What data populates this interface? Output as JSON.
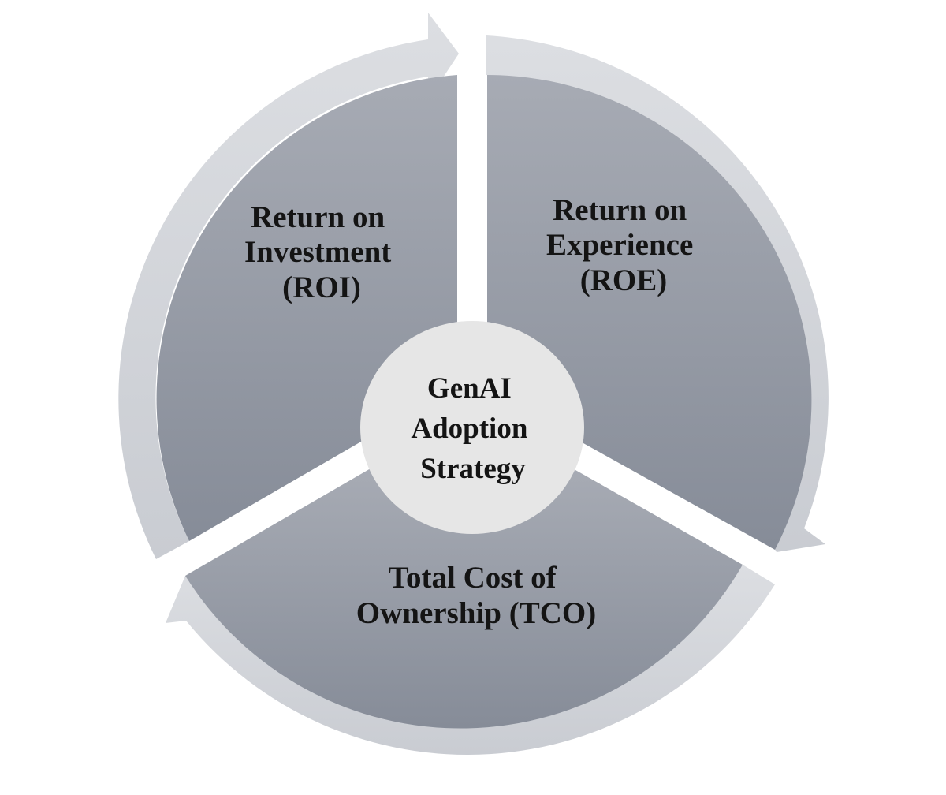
{
  "diagram": {
    "center": {
      "lines": [
        "GenAI",
        "Adoption",
        "Strategy"
      ]
    },
    "segments": [
      {
        "key": "roi",
        "lines": [
          "Return on",
          "Investment",
          "(ROI)"
        ]
      },
      {
        "key": "roe",
        "lines": [
          "Return on",
          "Experience",
          "(ROE)"
        ]
      },
      {
        "key": "tco",
        "lines": [
          "Total Cost of",
          "Ownership (TCO)"
        ]
      }
    ],
    "colors": {
      "segment_top": "#a7abb4",
      "segment_bottom": "#868c98",
      "arrow_outer": "#c9ccd2",
      "arrow_inner": "#dcdee2",
      "center_fill": "#e6e6e6",
      "text": "#141414"
    }
  }
}
